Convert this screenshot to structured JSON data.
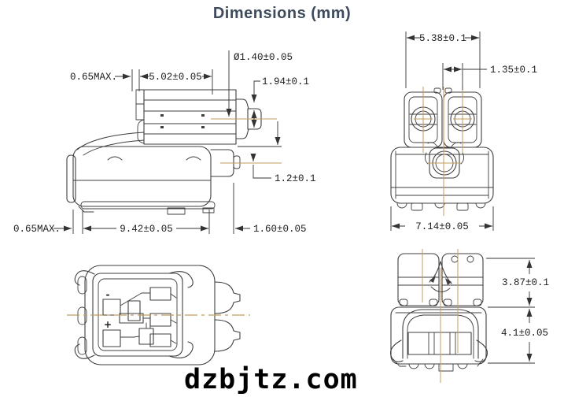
{
  "title": "Dimensions (mm)",
  "watermark": "dzbjtz.com",
  "colors": {
    "line": "#3f3f3f",
    "centerline": "#c29c5e",
    "dim-text": "#1c1c1c",
    "title-color": "#3d4b5c",
    "watermark-color": "#000000",
    "bg": "#ffffff"
  },
  "views": {
    "side": {
      "dims": {
        "header_wall": "0.65MAX.",
        "header_length": "5.02±0.05",
        "pin_diameter": "Ø1.40±0.05",
        "tip_diameter": "1.94±0.1",
        "tab_offset": "1.2±0.1",
        "base_wall": "0.65MAX.",
        "body_length": "9.42±0.05",
        "tip_length": "1.60±0.05"
      }
    },
    "front": {
      "dims": {
        "towers_width": "5.38±0.1",
        "tower_gap": "1.35±0.1",
        "body_width": "7.14±0.05"
      }
    },
    "rear": {
      "polarity_minus": "-",
      "polarity_plus": "+"
    },
    "bottom": {
      "dims": {
        "tower_height": "3.87±0.1",
        "body_height": "4.1±0.05"
      }
    }
  }
}
